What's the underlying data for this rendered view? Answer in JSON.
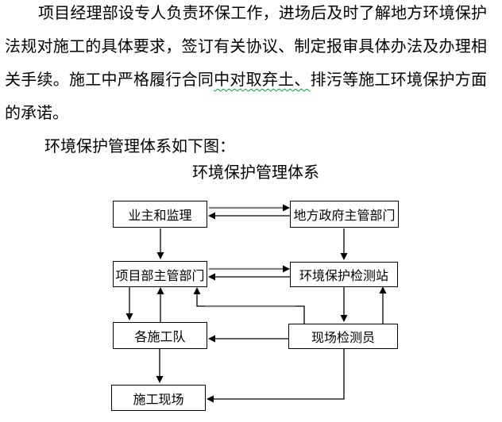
{
  "document": {
    "paragraph": {
      "pre": "项目经理部设专人负责环保工作，进场后及时了解地方环境保护法规对施工的具体要求，签订有关协议、制定报审具体办法及办理相关手续。施工中严格履行合同",
      "spellcheck_underlined": "中对取弃土、",
      "post": "排污等施工环境保护方面的承诺。"
    },
    "lead_in": "环境保护管理体系如下图：",
    "diagram_title": "环境保护管理体系"
  },
  "diagram": {
    "nodes": {
      "owner": "业主和监理",
      "government": "地方政府主管部门",
      "project_dept": "项目部主管部门",
      "station": "环境保护检测站",
      "teams": "各施工队",
      "inspector": "现场检测员",
      "site": "施工现场"
    }
  },
  "colors": {
    "line_black": "#000000",
    "line_gray": "#808080",
    "spellcheck_green": "#00a33d"
  }
}
